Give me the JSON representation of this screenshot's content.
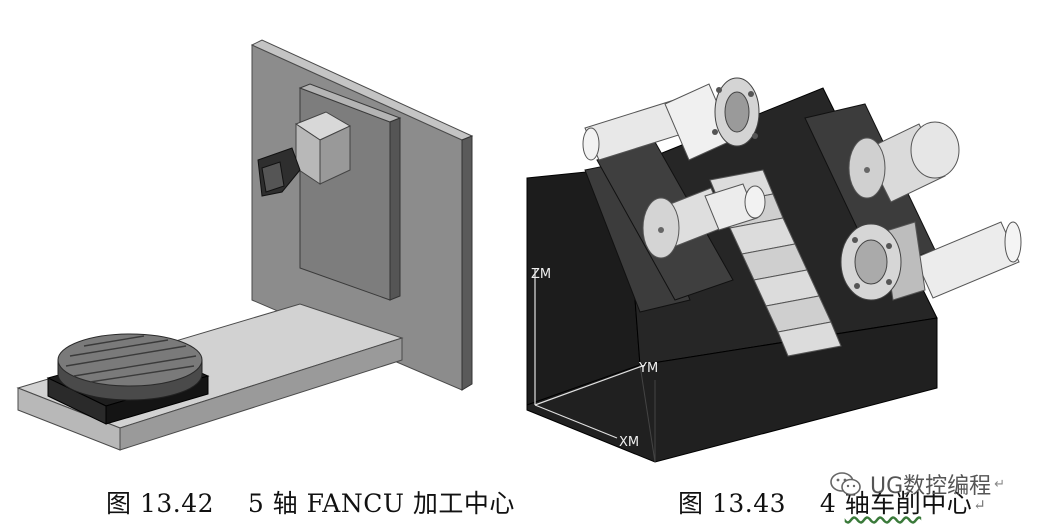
{
  "captions": {
    "left": {
      "number": "图 13.42",
      "title": "5 轴 FANCU 加工中心"
    },
    "right": {
      "number": "图 13.43",
      "title_prefix": "4 ",
      "title_underlined": "轴车削",
      "title_suffix": "中心"
    }
  },
  "axis_labels": {
    "zm": "ZM",
    "ym": "YM",
    "xm": "XM"
  },
  "watermark": {
    "text": "UG数控编程",
    "icon": "wechat-icon"
  },
  "return_mark": "↵"
}
